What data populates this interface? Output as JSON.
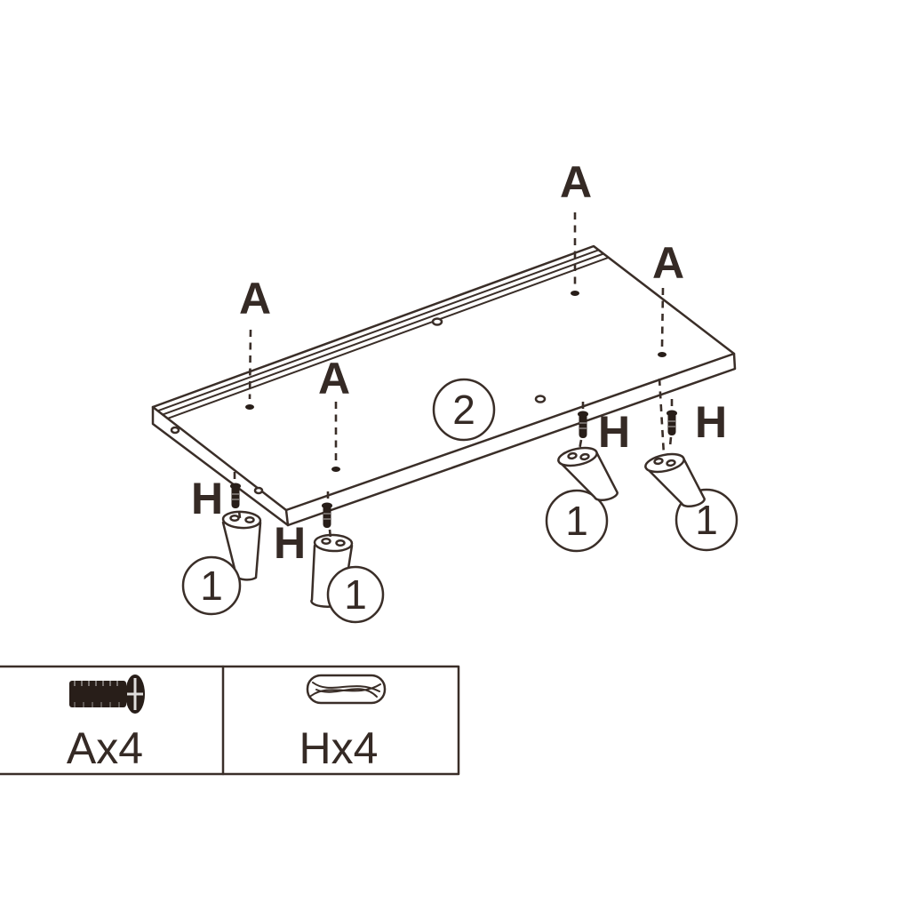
{
  "document": {
    "kind": "furniture-assembly-instruction-step",
    "background": "#ffffff"
  },
  "diagram": {
    "panel": {
      "badge": "2",
      "description": "table top panel shown in isometric view with back edge rail"
    },
    "legs": {
      "badge": "1",
      "count": 4,
      "description": "tapered cylindrical legs attached under each corner"
    },
    "screw_callout": "A",
    "screw_callout_count": 4,
    "nut_callout": "H",
    "nut_callout_count": 4
  },
  "parts_table": {
    "cells": [
      {
        "icon": "machine-screw-icon",
        "label": "Ax4"
      },
      {
        "icon": "cross-dowel-nut-icon",
        "label": "Hx4"
      }
    ]
  },
  "colors": {
    "line": "#3a2e28",
    "solid_fill": "#281e19",
    "text": "#352a25",
    "background": "#ffffff"
  }
}
